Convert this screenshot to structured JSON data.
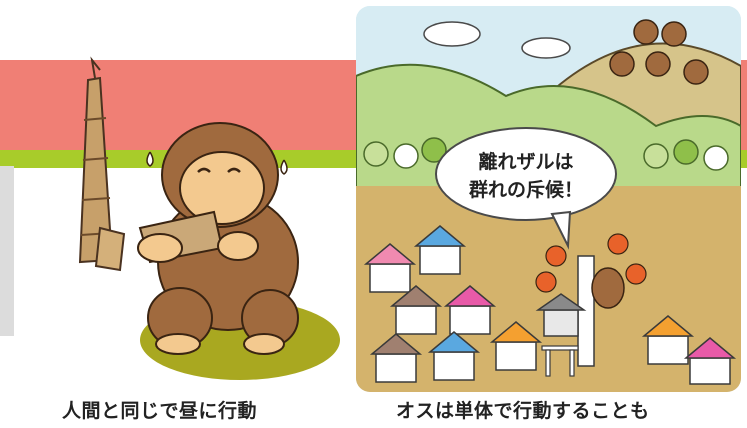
{
  "colors": {
    "band_red": "#f07f75",
    "band_green": "#a8cc2a",
    "sky": "#d7ecf3",
    "mountain": "#b9d98a",
    "field": "#d4b36c",
    "monkey": "#a06a3e",
    "face": "#f3c98f"
  },
  "captions": {
    "left": "人間と同じで昼に行動",
    "right": "オスは単体で行動することも"
  },
  "speech_bubble": {
    "line1": "離れザルは",
    "line2": "群れの斥候！"
  }
}
